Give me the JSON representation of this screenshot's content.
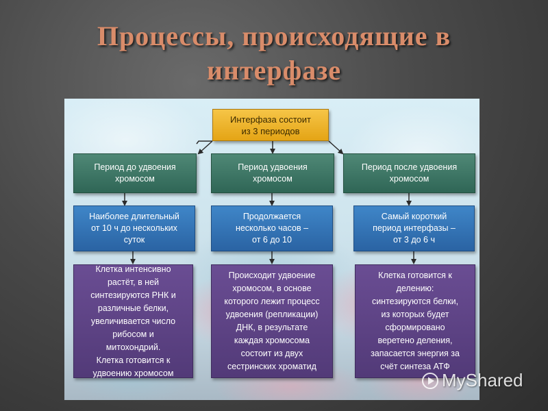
{
  "title_line1": "Процессы, происходящие в",
  "title_line2": "интерфазе",
  "root": {
    "text1": "Интерфаза состоит",
    "text2": "из 3 периодов"
  },
  "periods": [
    {
      "name1": "Период до удвоения",
      "name2": "хромосом"
    },
    {
      "name1": "Период удвоения",
      "name2": "хромосом"
    },
    {
      "name1": "Период после удвоения",
      "name2": "хромосом"
    }
  ],
  "durations": [
    {
      "l1": "Наиболее длительный",
      "l2": "от 10 ч до нескольких",
      "l3": "суток"
    },
    {
      "l1": "Продолжается",
      "l2": "несколько часов  –",
      "l3": "от 6 до 10"
    },
    {
      "l1": "Самый короткий",
      "l2": "период интерфазы –",
      "l3": "от 3 до 6 ч"
    }
  ],
  "descriptions": [
    {
      "lines": [
        "Клетка интенсивно",
        "растёт, в ней",
        "синтезируются РНК и",
        "различные белки,",
        "увеличивается число",
        "рибосом и митохондрий.",
        "Клетка готовится к",
        "удвоению хромосом"
      ]
    },
    {
      "lines": [
        "Происходит удвоение",
        "хромосом, в основе",
        "которого лежит процесс",
        "удвоения (репликации)",
        "ДНК, в результате",
        "каждая хромосома",
        "состоит из двух",
        "сестринских хроматид"
      ]
    },
    {
      "lines": [
        "Клетка готовится к",
        "делению:",
        "синтезируются белки,",
        "из которых будет",
        "сформировано",
        "веретено деления,",
        "запасается энергия за",
        "счёт синтеза АТФ"
      ]
    }
  ],
  "watermark": "MyShared",
  "colors": {
    "title": "#d98c6a",
    "root_box": "#f0b52c",
    "period_box": "#3f7767",
    "duration_box": "#3475b6",
    "description_box": "#5e4486",
    "connector": "#2b2b2b"
  },
  "icons": {
    "watermark_logo": "play-triangle-icon"
  }
}
